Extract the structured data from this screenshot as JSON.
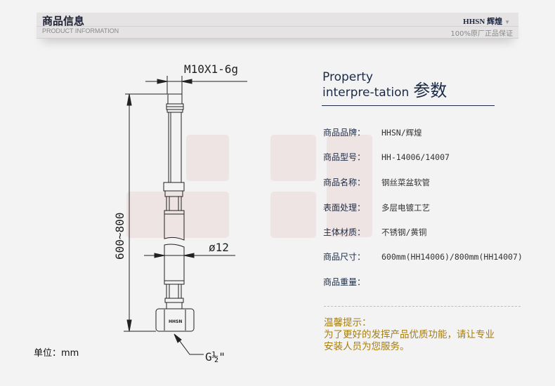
{
  "header": {
    "title": "商品信息",
    "subtitle": "PRODUCT INFORMATION",
    "brand": "HHSN 辉煌",
    "brand_arrow": "▼",
    "guarantee": "100%原厂正品保证"
  },
  "drawing": {
    "thread_label": "M10X1-6g",
    "length_label": "600~800",
    "diameter_label": "ø12",
    "nut_label": "HHSN",
    "connector_label": "G½\""
  },
  "unit": "单位：mm",
  "property": {
    "title_line1": "Property",
    "title_line2": "interpre-tation",
    "title_cn": "参数"
  },
  "specs": [
    {
      "label": "商品品牌：",
      "value": "HHSN/辉煌"
    },
    {
      "label": "商品型号：",
      "value": "HH-14006/14007"
    },
    {
      "label": "商品名称：",
      "value": "钢丝菜盆软管"
    },
    {
      "label": "表面处理：",
      "value": "多层电镀工艺"
    },
    {
      "label": "主体材质：",
      "value": "不锈钢/黄铜"
    },
    {
      "label": "商品尺寸：",
      "value": "600mm(HH14006)/800mm(HH14007)"
    },
    {
      "label": "商品重量：",
      "value": ""
    }
  ],
  "tip": {
    "title": "温馨提示：",
    "line1": "为了更好的发挥产品优质功能，请让专业",
    "line2": "安装人员为您服务。"
  },
  "colors": {
    "navy": "#1b2a45",
    "gold": "#a57d14"
  }
}
